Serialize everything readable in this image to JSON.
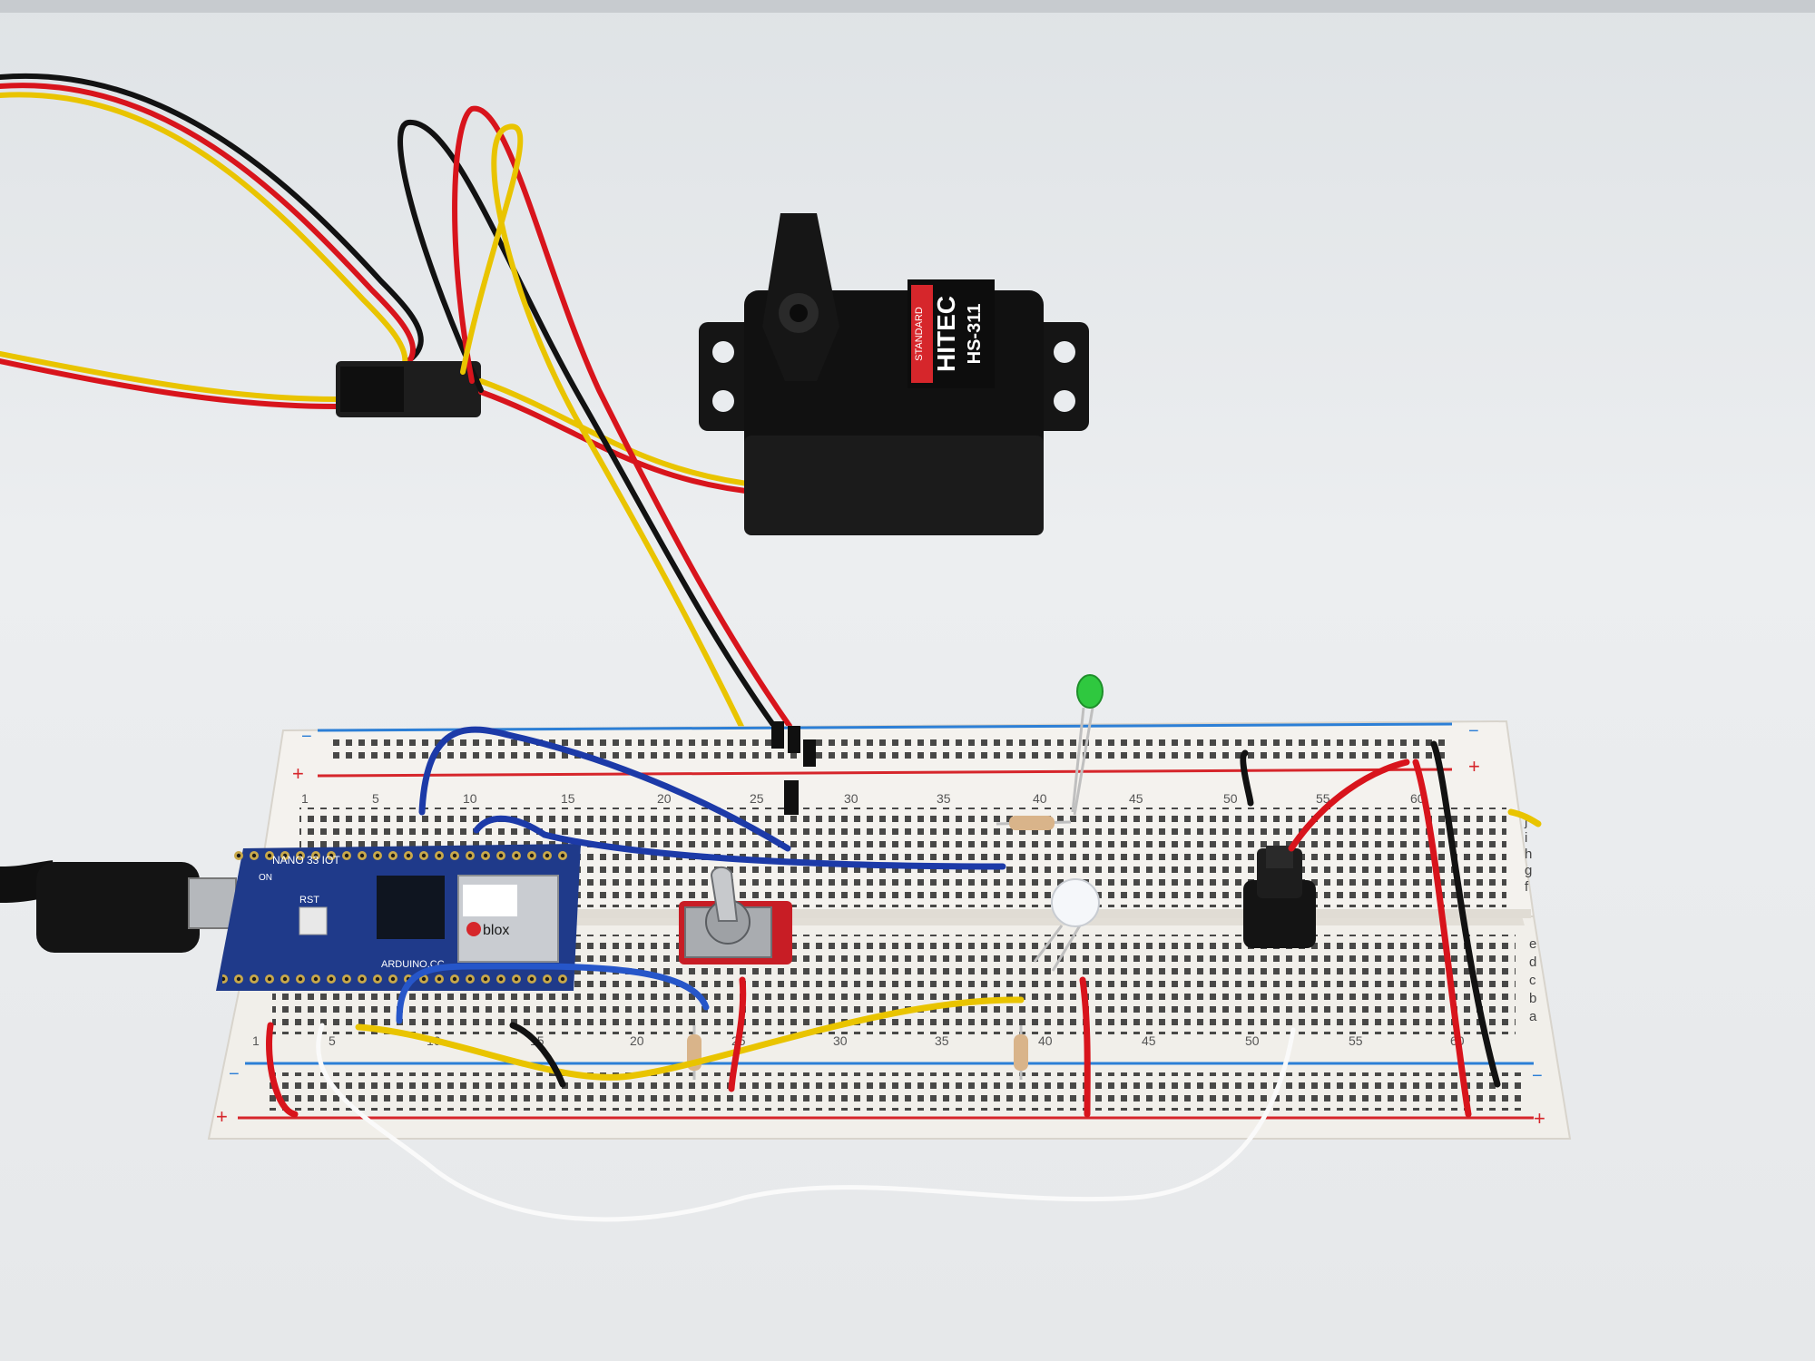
{
  "servo": {
    "brand": "HITEC",
    "grade": "STANDARD",
    "model": "HS-311"
  },
  "arduino": {
    "model": "NANO 33 IOT",
    "reset_label": "RST",
    "on_label": "ON",
    "maker": "ARDUINO.CC",
    "module_brand": "blox"
  },
  "breadboard": {
    "top_numbers": [
      "1",
      "5",
      "10",
      "15",
      "20",
      "25",
      "30",
      "35",
      "40",
      "45",
      "50",
      "55",
      "60"
    ],
    "bottom_numbers": [
      "1",
      "5",
      "10",
      "15",
      "20",
      "25",
      "30",
      "35",
      "40",
      "45",
      "50",
      "55",
      "60"
    ],
    "rows_top": [
      "j",
      "i",
      "h",
      "g",
      "f"
    ],
    "rows_bottom": [
      "e",
      "d",
      "c",
      "b",
      "a"
    ],
    "rail_plus": "+",
    "rail_minus": "−"
  },
  "colors": {
    "background": "#e9ecef",
    "breadboard": "#f4f2ee",
    "rail_red": "#d6262b",
    "rail_blue": "#2c7fd6",
    "wire_red": "#d8141c",
    "wire_yellow": "#e9c400",
    "wire_black": "#121212",
    "wire_blue": "#1c3aa8",
    "wire_white": "#fafafa",
    "arduino_pcb": "#1f3a8a",
    "servo_body": "#151515"
  },
  "icons": [
    "usb-cable",
    "toggle-switch",
    "potentiometer",
    "led-green",
    "led-clear",
    "resistor"
  ]
}
